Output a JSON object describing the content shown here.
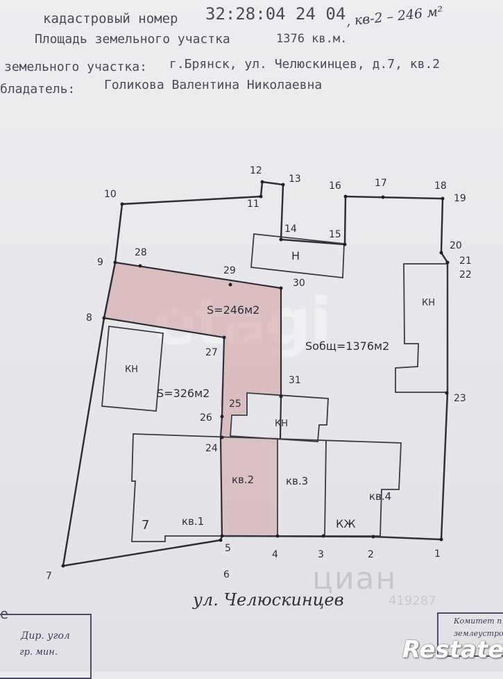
{
  "header": {
    "cadastral_label": "кадастровый номер",
    "cadastral_value": "32:28:04 24 04",
    "area_label": "Площадь земельного участка",
    "area_value": "1376  кв.м.",
    "area_note_handwritten": ", кв-2 – 246 м²",
    "address_label": "земельного участка:",
    "address_value": "г.Брянск, ул. Челюскинцев, д.7, кв.2",
    "owner_label": "бладатель:",
    "owner_value": "Голикова Валентина Николаевна"
  },
  "plan": {
    "points": {
      "p1": "1",
      "p2": "2",
      "p3": "3",
      "p4": "4",
      "p5": "5",
      "p6": "6",
      "p7": "7",
      "p8": "8",
      "p9": "9",
      "p10": "10",
      "p11": "11",
      "p12": "12",
      "p13": "13",
      "p14": "14",
      "p15": "15",
      "p16": "16",
      "p17": "17",
      "p18": "18",
      "p19": "19",
      "p20": "20",
      "p21": "21",
      "p22": "22",
      "p23": "23",
      "p24": "24",
      "p25": "25",
      "p26": "26",
      "p27": "27",
      "p28": "28",
      "p29": "29",
      "p30": "30",
      "p31": "31"
    },
    "labels": {
      "area_246": "S=246м2",
      "area_326": "S=326м2",
      "area_total": "Sобщ=1376м2",
      "kn_left": "КН",
      "kn_right": "КН",
      "kn_center": "КН",
      "n_building": "Н",
      "kv1": "кв.1",
      "kv2": "кв.2",
      "kv3": "кв.3",
      "kv4": "кв.4",
      "kzh": "КЖ",
      "num7": "7"
    },
    "street": "ул. Челюскинцев",
    "hatch_color": "#c98b8b"
  },
  "stamps": {
    "left_line1": "Дир. угол",
    "left_line2": "гр.   мин.",
    "right_line1": "Комитет п",
    "right_line2": "землеустро"
  },
  "watermarks": {
    "etagi": "etagi",
    "cian": "циан",
    "cian_number": "419287",
    "restate": "Restate"
  }
}
